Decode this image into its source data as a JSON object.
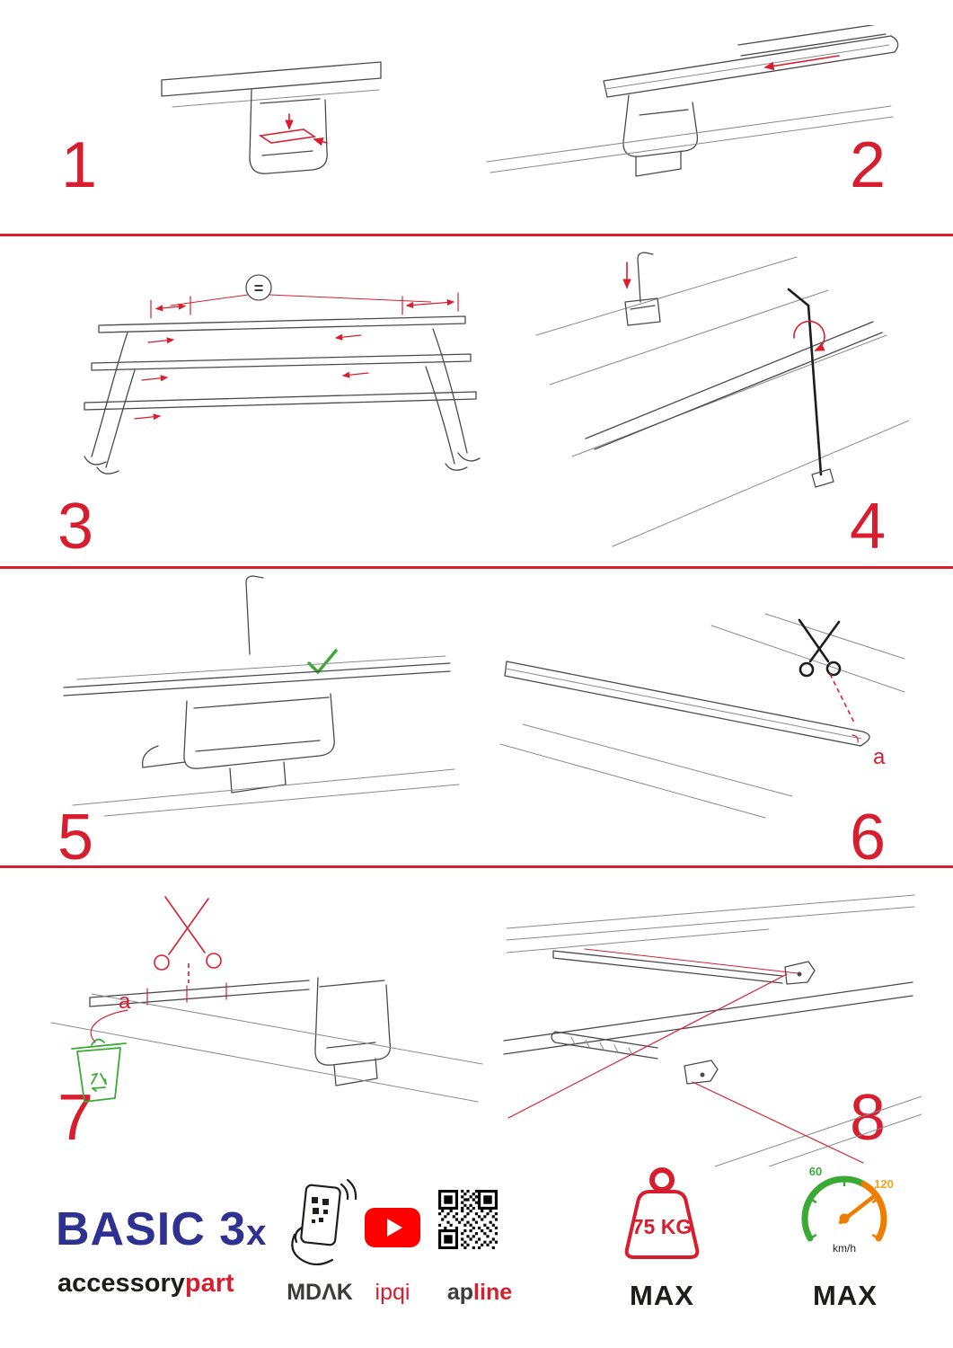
{
  "steps": [
    {
      "number": "1"
    },
    {
      "number": "2"
    },
    {
      "number": "3"
    },
    {
      "number": "4"
    },
    {
      "number": "5"
    },
    {
      "number": "6"
    },
    {
      "number": "7"
    },
    {
      "number": "8"
    }
  ],
  "annotations": {
    "equal_badge": "=",
    "cut_label_step6": "a",
    "cut_label_step7": "a"
  },
  "footer": {
    "product_name": "BASIC 3",
    "product_multiplier": "x",
    "brand_black": "accessory",
    "brand_red": "part",
    "logo_mdak": "MDΛK",
    "logo_ipqi": "ipqi",
    "logo_apline_black": "ap",
    "logo_apline_red": "line",
    "weight_value": "75 KG",
    "weight_max": "MAX",
    "speed_min": "60",
    "speed_max": "120",
    "speed_unit": "km/h",
    "speed_label": "MAX"
  },
  "icons": {
    "scissors": "cut-here",
    "trash_recycle": "discard-recyclable",
    "check": "correct-position",
    "phone_qr": "scan-with-phone",
    "youtube": "video-tutorial",
    "qr_code": "qr-link",
    "weight": "max-load",
    "speedometer": "max-speed"
  },
  "colors": {
    "accent_red": "#d81e2e",
    "brand_blue": "#2e3192",
    "green": "#3aaa35",
    "orange": "#ef7d00",
    "youtube_red": "#ff0000",
    "ink": "#1d1d1b"
  }
}
